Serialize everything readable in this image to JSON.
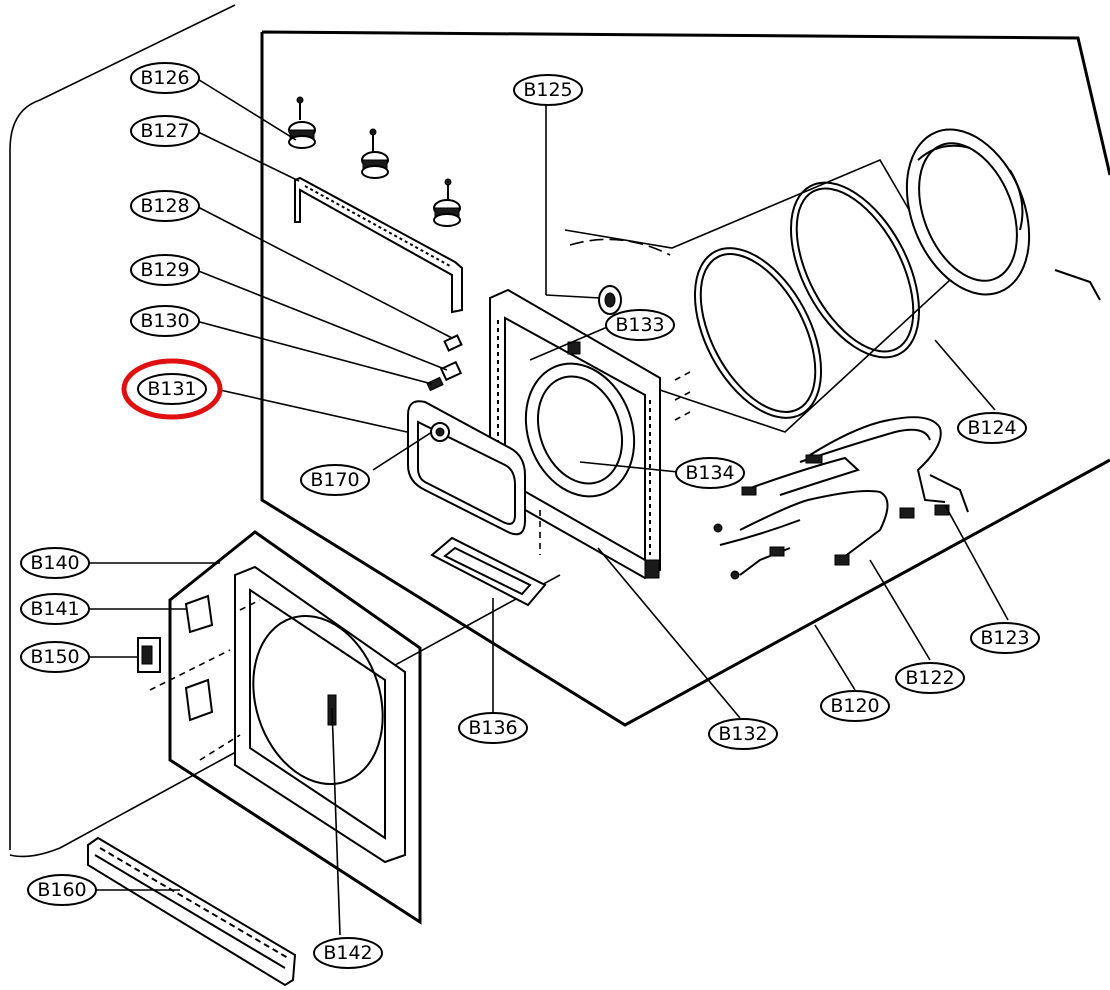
{
  "highlight": {
    "label": "B131",
    "color": "#e01010"
  },
  "labels": [
    "B126",
    "B127",
    "B128",
    "B129",
    "B130",
    "B131",
    "B125",
    "B133",
    "B124",
    "B170",
    "B134",
    "B140",
    "B141",
    "B150",
    "B123",
    "B122",
    "B120",
    "B136",
    "B132",
    "B160",
    "B142"
  ]
}
